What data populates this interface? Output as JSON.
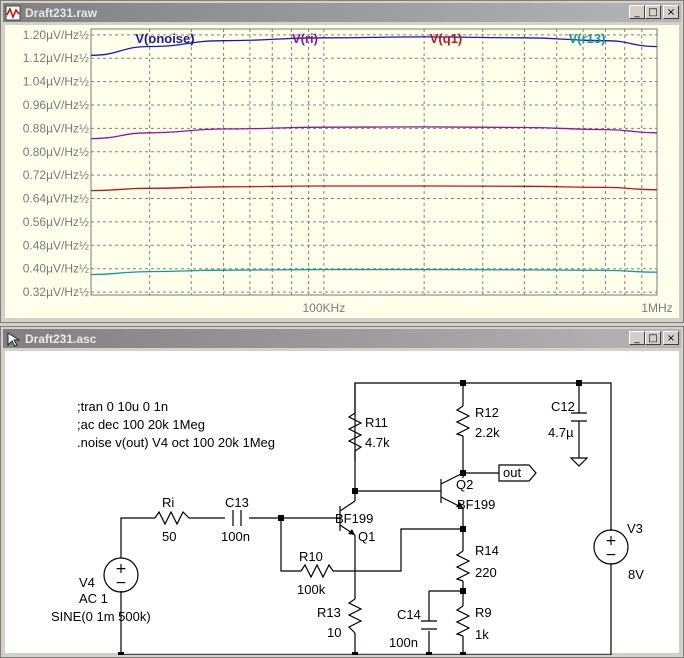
{
  "plot_window": {
    "title": "Draft231.raw",
    "icon": "waveform-plot-icon",
    "buttons": {
      "minimize": "_",
      "maximize": "□",
      "close": "×"
    }
  },
  "schematic_window": {
    "title": "Draft231.asc",
    "icon": "schematic-cursor-icon",
    "buttons": {
      "minimize": "_",
      "maximize": "□",
      "close": "×"
    }
  },
  "chart_data": {
    "type": "line",
    "x_scale": "log",
    "xlim": [
      20000,
      1000000
    ],
    "ylim": [
      0.31,
      1.22
    ],
    "grid": true,
    "y_ticks": [
      "1.20µV/Hz½",
      "1.12µV/Hz½",
      "1.04µV/Hz½",
      "0.96µV/Hz½",
      "0.88µV/Hz½",
      "0.80µV/Hz½",
      "0.72µV/Hz½",
      "0.64µV/Hz½",
      "0.56µV/Hz½",
      "0.48µV/Hz½",
      "0.40µV/Hz½",
      "0.32µV/Hz½"
    ],
    "y_tick_values": [
      1.2,
      1.12,
      1.04,
      0.96,
      0.88,
      0.8,
      0.72,
      0.64,
      0.56,
      0.48,
      0.4,
      0.32
    ],
    "x_ticks": [
      "100KHz",
      "1MHz"
    ],
    "x_tick_values": [
      100000,
      1000000
    ],
    "x": [
      20000,
      30000,
      50000,
      100000,
      200000,
      400000,
      700000,
      1000000
    ],
    "series": [
      {
        "name": "V(onoise)",
        "color": "#1a1aa6",
        "values": [
          1.13,
          1.16,
          1.18,
          1.19,
          1.193,
          1.19,
          1.18,
          1.16
        ]
      },
      {
        "name": "V(ri)",
        "color": "#8a1a9a",
        "values": [
          0.845,
          0.865,
          0.878,
          0.884,
          0.885,
          0.883,
          0.876,
          0.865
        ]
      },
      {
        "name": "V(q1)",
        "color": "#b21a1a",
        "values": [
          0.667,
          0.675,
          0.68,
          0.683,
          0.683,
          0.682,
          0.678,
          0.67
        ]
      },
      {
        "name": "V(r13)",
        "color": "#109a9a",
        "values": [
          0.38,
          0.39,
          0.395,
          0.397,
          0.397,
          0.396,
          0.394,
          0.388
        ]
      }
    ]
  },
  "schematic": {
    "directives": [
      ";tran 0 10u 0 1n",
      ";ac dec 100 20k 1Meg",
      ".noise v(out) V4 oct 100 20k 1Meg"
    ],
    "ri": {
      "name": "Ri",
      "value": "50"
    },
    "c13": {
      "name": "C13",
      "value": "100n"
    },
    "q1": {
      "name": "Q1",
      "model": "BF199"
    },
    "q2": {
      "name": "Q2",
      "model": "BF199"
    },
    "r10": {
      "name": "R10",
      "value": "100k"
    },
    "r11": {
      "name": "R11",
      "value": "4.7k"
    },
    "r12": {
      "name": "R12",
      "value": "2.2k"
    },
    "r13": {
      "name": "R13",
      "value": "10"
    },
    "r14": {
      "name": "R14",
      "value": "220"
    },
    "r9": {
      "name": "R9",
      "value": "1k"
    },
    "c12": {
      "name": "C12",
      "value": "4.7µ"
    },
    "c14": {
      "name": "C14",
      "value": "100n"
    },
    "v3": {
      "name": "V3",
      "value": "8V"
    },
    "v4": {
      "name": "V4",
      "ac": "AC 1",
      "sine": "SINE(0 1m 500k)"
    },
    "out_label": "out"
  }
}
